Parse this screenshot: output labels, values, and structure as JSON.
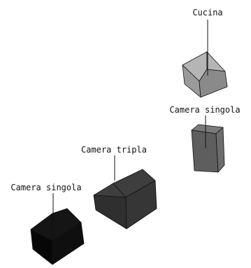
{
  "rooms": [
    {
      "name": "Cucina",
      "colors": {
        "top": "#b5b5b5",
        "left": "#9a9a9a",
        "right": "#8a8a8a"
      }
    },
    {
      "name": "Camera singola",
      "colors": {
        "top": "#7a7a7a",
        "left": "#5e5e5e",
        "right": "#6c6c6c"
      }
    },
    {
      "name": "Camera tripla",
      "colors": {
        "top": "#3e3e3e",
        "left": "#2f2f2f",
        "right": "#363636"
      }
    },
    {
      "name": "Camera singola",
      "colors": {
        "top": "#151515",
        "left": "#070707",
        "right": "#0f0f0f"
      }
    }
  ]
}
